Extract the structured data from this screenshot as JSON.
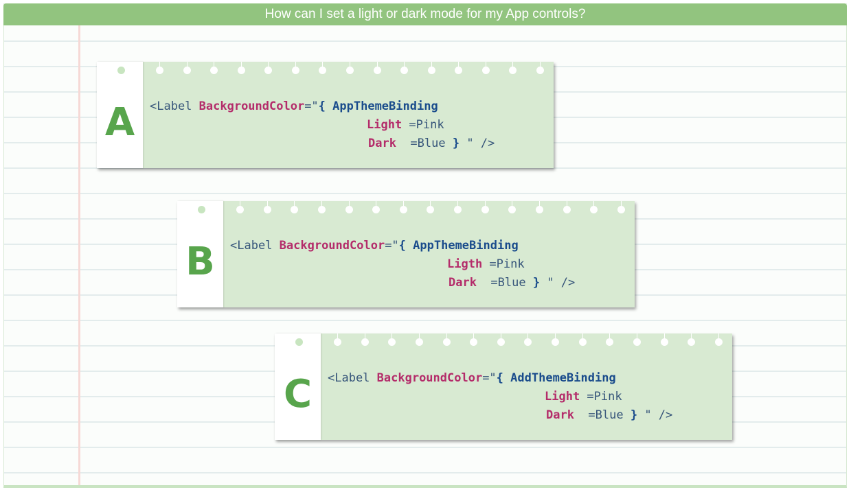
{
  "header": {
    "title": "How can I set a light or dark mode for my App controls?"
  },
  "options": [
    {
      "letter": "A",
      "tag_open": "<Label ",
      "attr": "BackgroundColor",
      "eq": "=\"",
      "brace_open": "{ ",
      "binding": "AppThemeBinding",
      "light_key": "Light",
      "light_val": " =Pink",
      "dark_key": "Dark",
      "dark_val": "  =Blue ",
      "brace_close": "}",
      "tail": " \" />"
    },
    {
      "letter": "B",
      "tag_open": "<Label ",
      "attr": "BackgroundColor",
      "eq": "=\"",
      "brace_open": "{ ",
      "binding": "AppThemeBinding",
      "light_key": "Ligth",
      "light_val": " =Pink",
      "dark_key": "Dark",
      "dark_val": "  =Blue ",
      "brace_close": "}",
      "tail": " \" />"
    },
    {
      "letter": "C",
      "tag_open": "<Label ",
      "attr": "BackgroundColor",
      "eq": "=\"",
      "brace_open": "{ ",
      "binding": "AddThemeBinding",
      "light_key": "Light",
      "light_val": " =Pink",
      "dark_key": "Dark",
      "dark_val": "  =Blue ",
      "brace_close": "}",
      "tail": " \" />"
    }
  ],
  "colors": {
    "title_bar": "#92c47f",
    "card": "#d8ead2",
    "letter": "#58a54c",
    "keyword": "#b42c6a",
    "binding": "#1a4c8c"
  }
}
